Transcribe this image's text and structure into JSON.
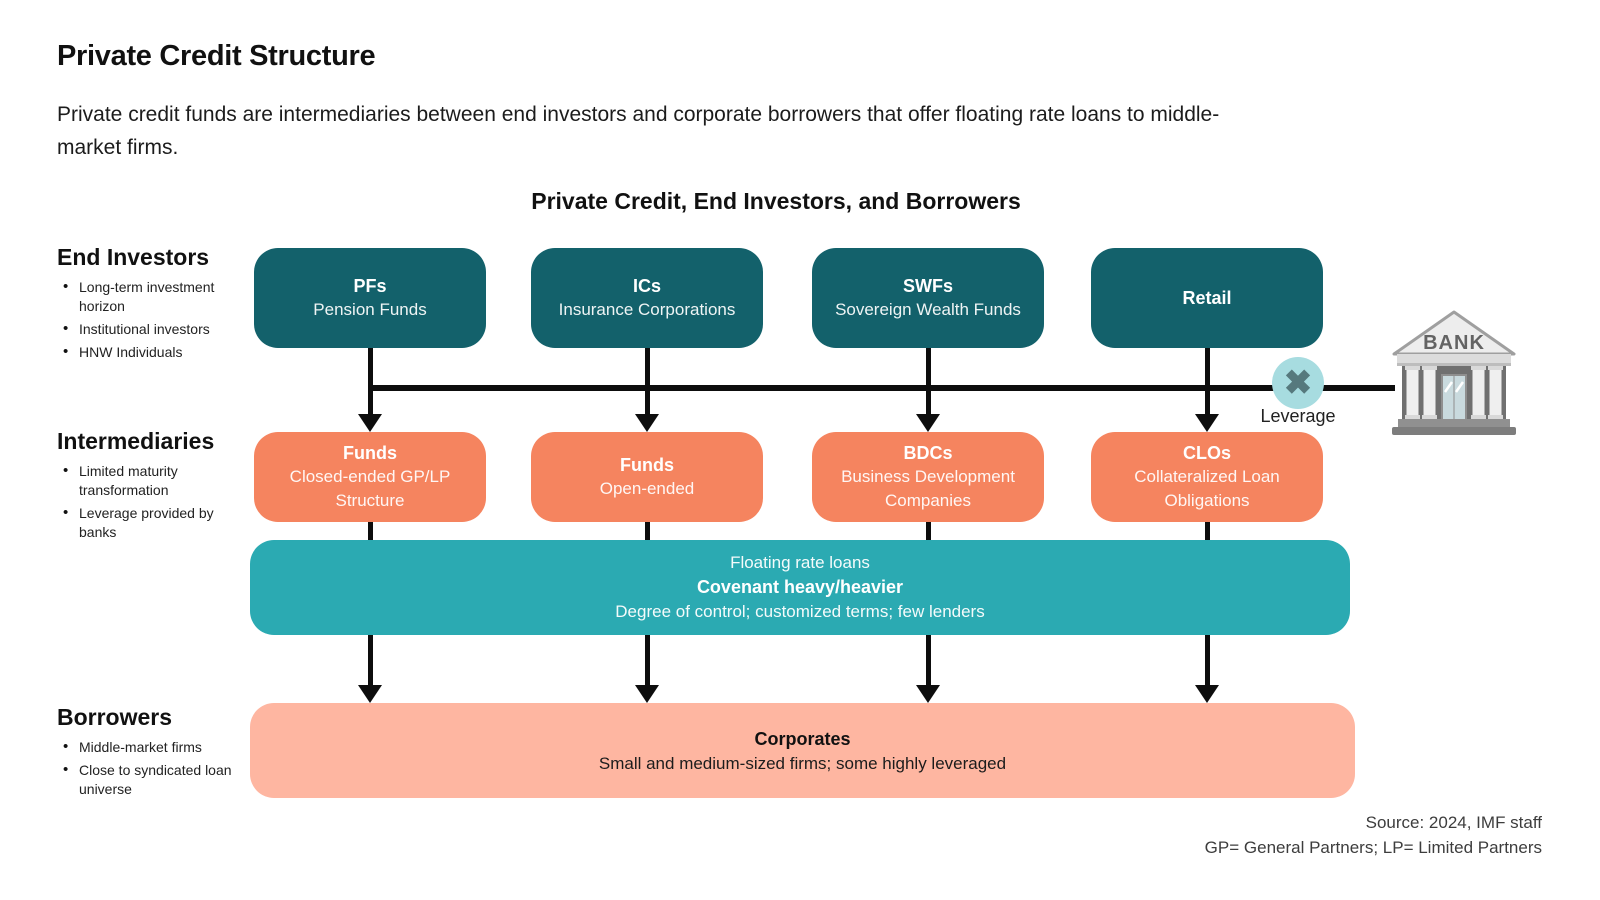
{
  "page": {
    "title": "Private Credit Structure",
    "subtitle": "Private credit funds are intermediaries between end investors and corporate borrowers that offer floating rate loans to middle-market firms.",
    "diagram_title": "Private Credit, End Investors, and Borrowers",
    "source_line1": "Source: 2024, IMF staff",
    "source_line2": "GP= General Partners; LP= Limited Partners"
  },
  "sections": {
    "end_investors": {
      "label": "End Investors",
      "bullets": [
        "Long-term investment horizon",
        "Institutional investors",
        "HNW Individuals"
      ]
    },
    "intermediaries": {
      "label": "Intermediaries",
      "bullets": [
        "Limited maturity transformation",
        "Leverage provided by banks"
      ]
    },
    "borrowers": {
      "label": "Borrowers",
      "bullets": [
        "Middle-market firms",
        "Close to syndicated loan universe"
      ]
    }
  },
  "investor_boxes": [
    {
      "abbr": "PFs",
      "name": "Pension Funds"
    },
    {
      "abbr": "ICs",
      "name": "Insurance Corporations"
    },
    {
      "abbr": "SWFs",
      "name": "Sovereign Wealth Funds"
    },
    {
      "abbr": "Retail",
      "name": ""
    }
  ],
  "intermediary_boxes": [
    {
      "abbr": "Funds",
      "name": "Closed-ended GP/LP Structure"
    },
    {
      "abbr": "Funds",
      "name": "Open-ended"
    },
    {
      "abbr": "BDCs",
      "name": "Business Development Companies"
    },
    {
      "abbr": "CLOs",
      "name": "Collateralized Loan Obligations"
    }
  ],
  "loan_bar": {
    "line1": "Floating rate loans",
    "line2": "Covenant heavy/heavier",
    "line3": "Degree of control; customized terms; few lenders"
  },
  "borrower_box": {
    "title": "Corporates",
    "subtitle": "Small and medium-sized firms; some highly leveraged"
  },
  "bank": {
    "sign": "BANK",
    "leverage_label": "Leverage"
  },
  "icons": {
    "leverage_x": "✖"
  },
  "colors": {
    "dark_teal": "#13616B",
    "orange": "#F5845F",
    "teal_bar": "#2BAAB2",
    "salmon": "#FEB6A1",
    "x_circle": "#A7DCE0",
    "x_glyph": "#56797D",
    "line_black": "#0d0d0d"
  }
}
